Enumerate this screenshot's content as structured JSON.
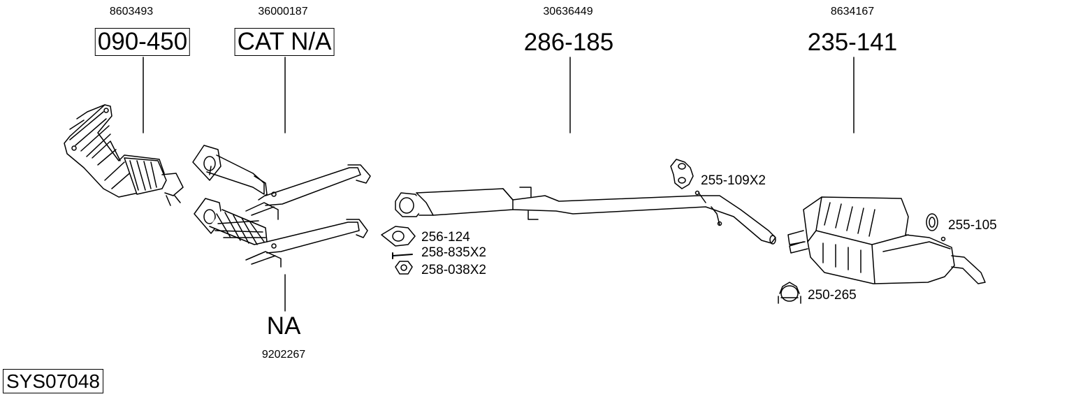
{
  "diagram": {
    "system_id": "SYS07048",
    "colors": {
      "line": "#000000",
      "background": "#ffffff",
      "fill": "#ffffff"
    },
    "parts": [
      {
        "id": "manifold",
        "oe_number": "8603493",
        "part_number": "090-450",
        "boxed": true
      },
      {
        "id": "cat",
        "oe_number": "36000187",
        "part_number": "CAT N/A",
        "boxed": true
      },
      {
        "id": "cat-alt",
        "oe_number": "9202267",
        "part_number": "NA",
        "boxed": false
      },
      {
        "id": "middle-pipe",
        "oe_number": "30636449",
        "part_number": "286-185",
        "boxed": false
      },
      {
        "id": "rear-silencer",
        "oe_number": "8634167",
        "part_number": "235-141",
        "boxed": false
      }
    ],
    "accessories": [
      {
        "id": "gasket",
        "label": "256-124",
        "icon": "gasket-icon"
      },
      {
        "id": "bolt",
        "label": "258-835X2",
        "icon": "bolt-icon"
      },
      {
        "id": "nut",
        "label": "258-038X2",
        "icon": "nut-icon"
      },
      {
        "id": "hanger",
        "label": "255-109X2",
        "icon": "rubber-hanger-icon"
      },
      {
        "id": "ring",
        "label": "255-105",
        "icon": "rubber-ring-icon"
      },
      {
        "id": "clamp",
        "label": "250-265",
        "icon": "clamp-icon"
      }
    ]
  }
}
